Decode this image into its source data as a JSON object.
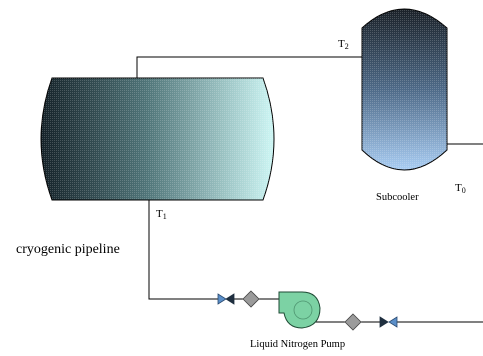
{
  "labels": {
    "pipeline": "cryogenic pipeline",
    "subcooler": "Subcooler",
    "pump": "Liquid Nitrogen Pump",
    "t1_letter": "T",
    "t1_sub": "1",
    "t2_letter": "T",
    "t2_sub": "2",
    "t0_letter": "T",
    "t0_sub": "0"
  },
  "colors": {
    "line": "#000000",
    "pipeline_tank_dark": "#152229",
    "pipeline_tank_light": "#cdf6f4",
    "subcooler_dark": "#1a2128",
    "subcooler_light": "#a9cdf3",
    "pump": "#7cd2a4",
    "valve": "#5b8fc9",
    "sensor_diamond": "#9b9b9b"
  }
}
